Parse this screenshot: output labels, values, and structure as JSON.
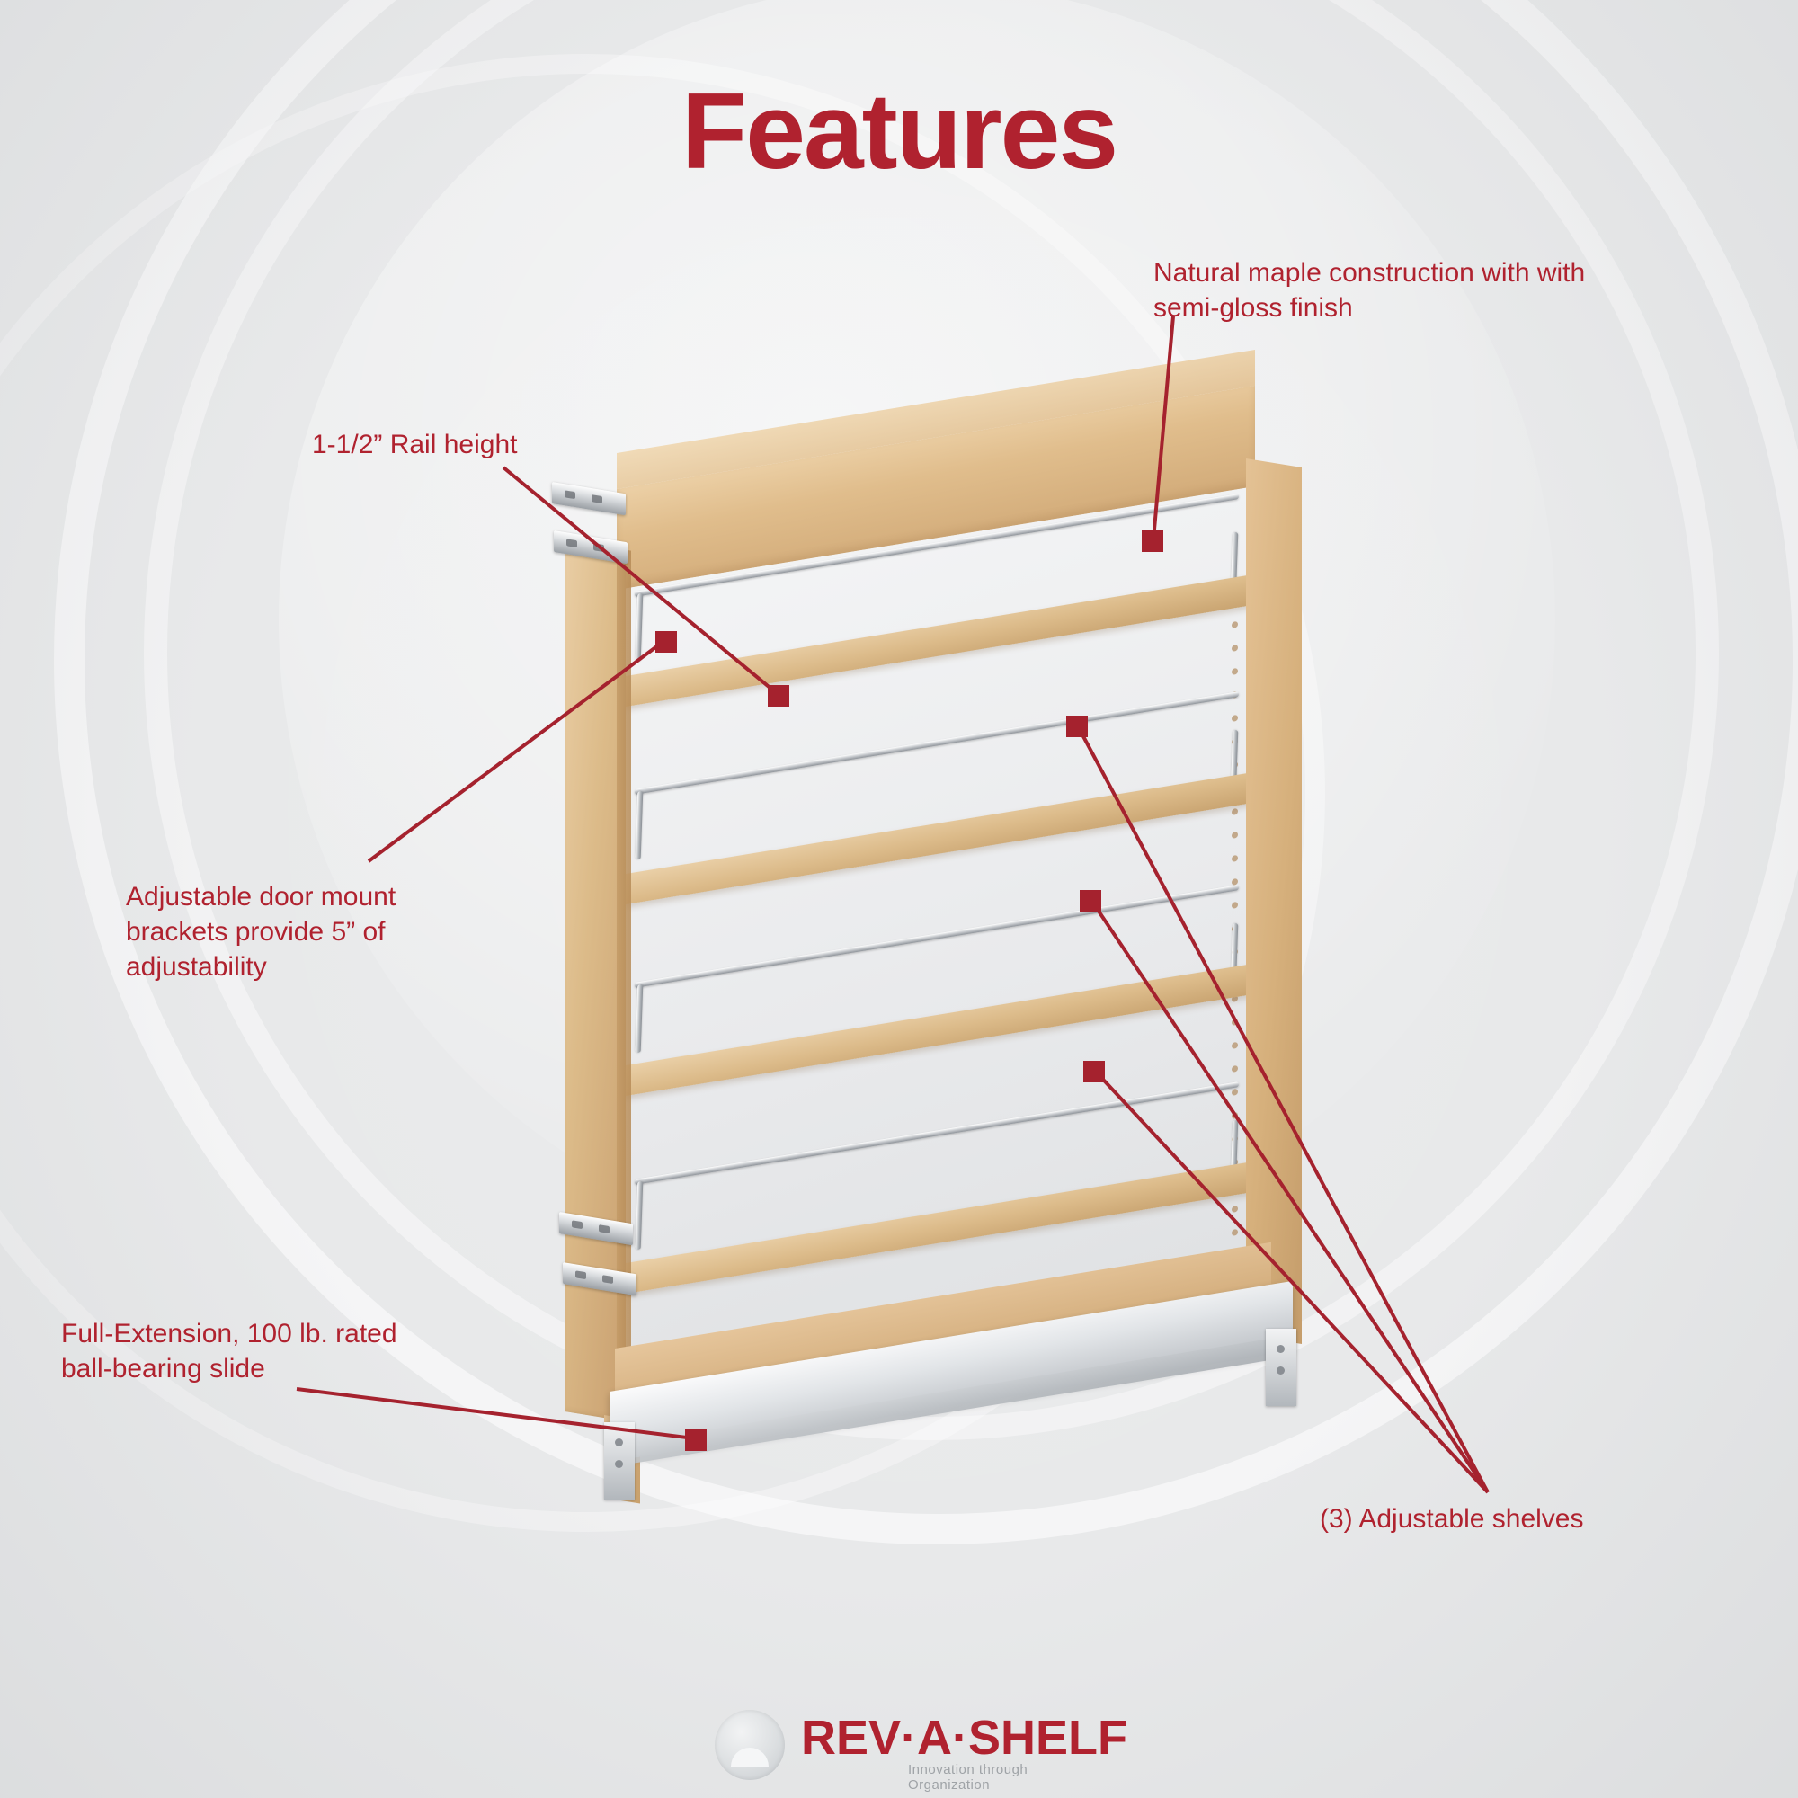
{
  "page": {
    "title": "Features",
    "accent_color": "#b0222f",
    "background_color": "#e8e9ea",
    "wood_color": "#dcbb89",
    "chrome_color": "#d7dadd"
  },
  "annotations": [
    {
      "id": "maple",
      "name": "natural-maple-construction",
      "text": "Natural maple construction with with\nsemi-gloss finish",
      "line1": "Natural maple construction with with",
      "line2": "semi-gloss finish"
    },
    {
      "id": "rail",
      "name": "rail-height",
      "text": "1-1/2” Rail height",
      "line1": "1-1/2” Rail height",
      "line2": ""
    },
    {
      "id": "bracket",
      "name": "adjustable-door-mount-brackets",
      "text": "Adjustable door mount\nbrackets provide 5” of\nadjustability",
      "line1": "Adjustable door mount",
      "line2": "brackets provide 5” of",
      "line3": "adjustability"
    },
    {
      "id": "slide",
      "name": "ball-bearing-slide",
      "text": "Full-Extension, 100 lb. rated\nball-bearing slide",
      "line1": "Full-Extension, 100 lb. rated",
      "line2": "ball-bearing slide"
    },
    {
      "id": "shelves",
      "name": "adjustable-shelves",
      "text": "(3) Adjustable shelves",
      "line1": "(3) Adjustable shelves",
      "line2": ""
    }
  ],
  "product": {
    "name": "pull-out-cabinet-organizer",
    "shelf_count": 4,
    "rail_count": 4
  },
  "logo": {
    "wordmark": "REV·A·SHELF",
    "tagline": "Innovation through Organization"
  }
}
